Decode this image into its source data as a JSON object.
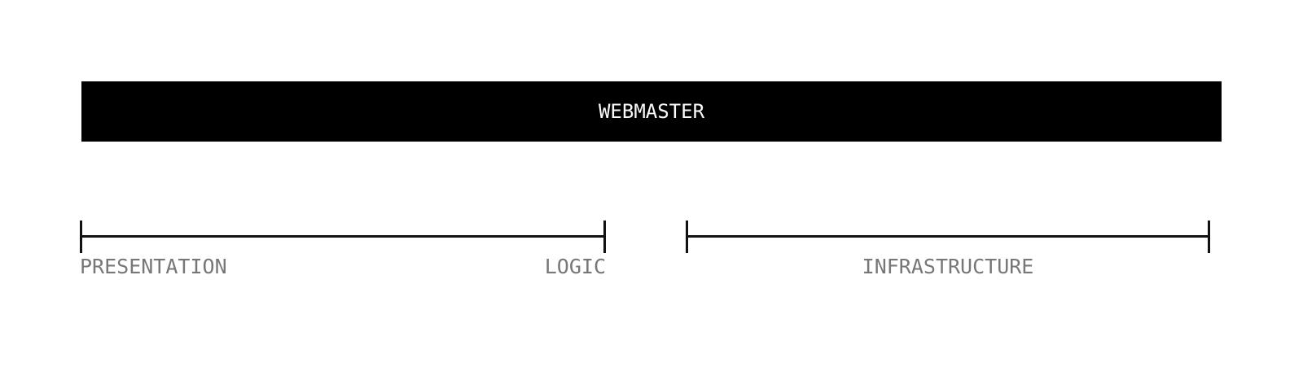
{
  "header": {
    "title": "WEBMASTER"
  },
  "diagram": {
    "ranges": [
      {
        "label_left": "PRESENTATION",
        "label_right": "LOGIC"
      },
      {
        "label_center": "INFRASTRUCTURE"
      }
    ]
  },
  "colors": {
    "page_background": "#ffffff",
    "bar_background": "#000000",
    "bar_text": "#fafafa",
    "line": "#111111",
    "label_text": "#777777"
  }
}
